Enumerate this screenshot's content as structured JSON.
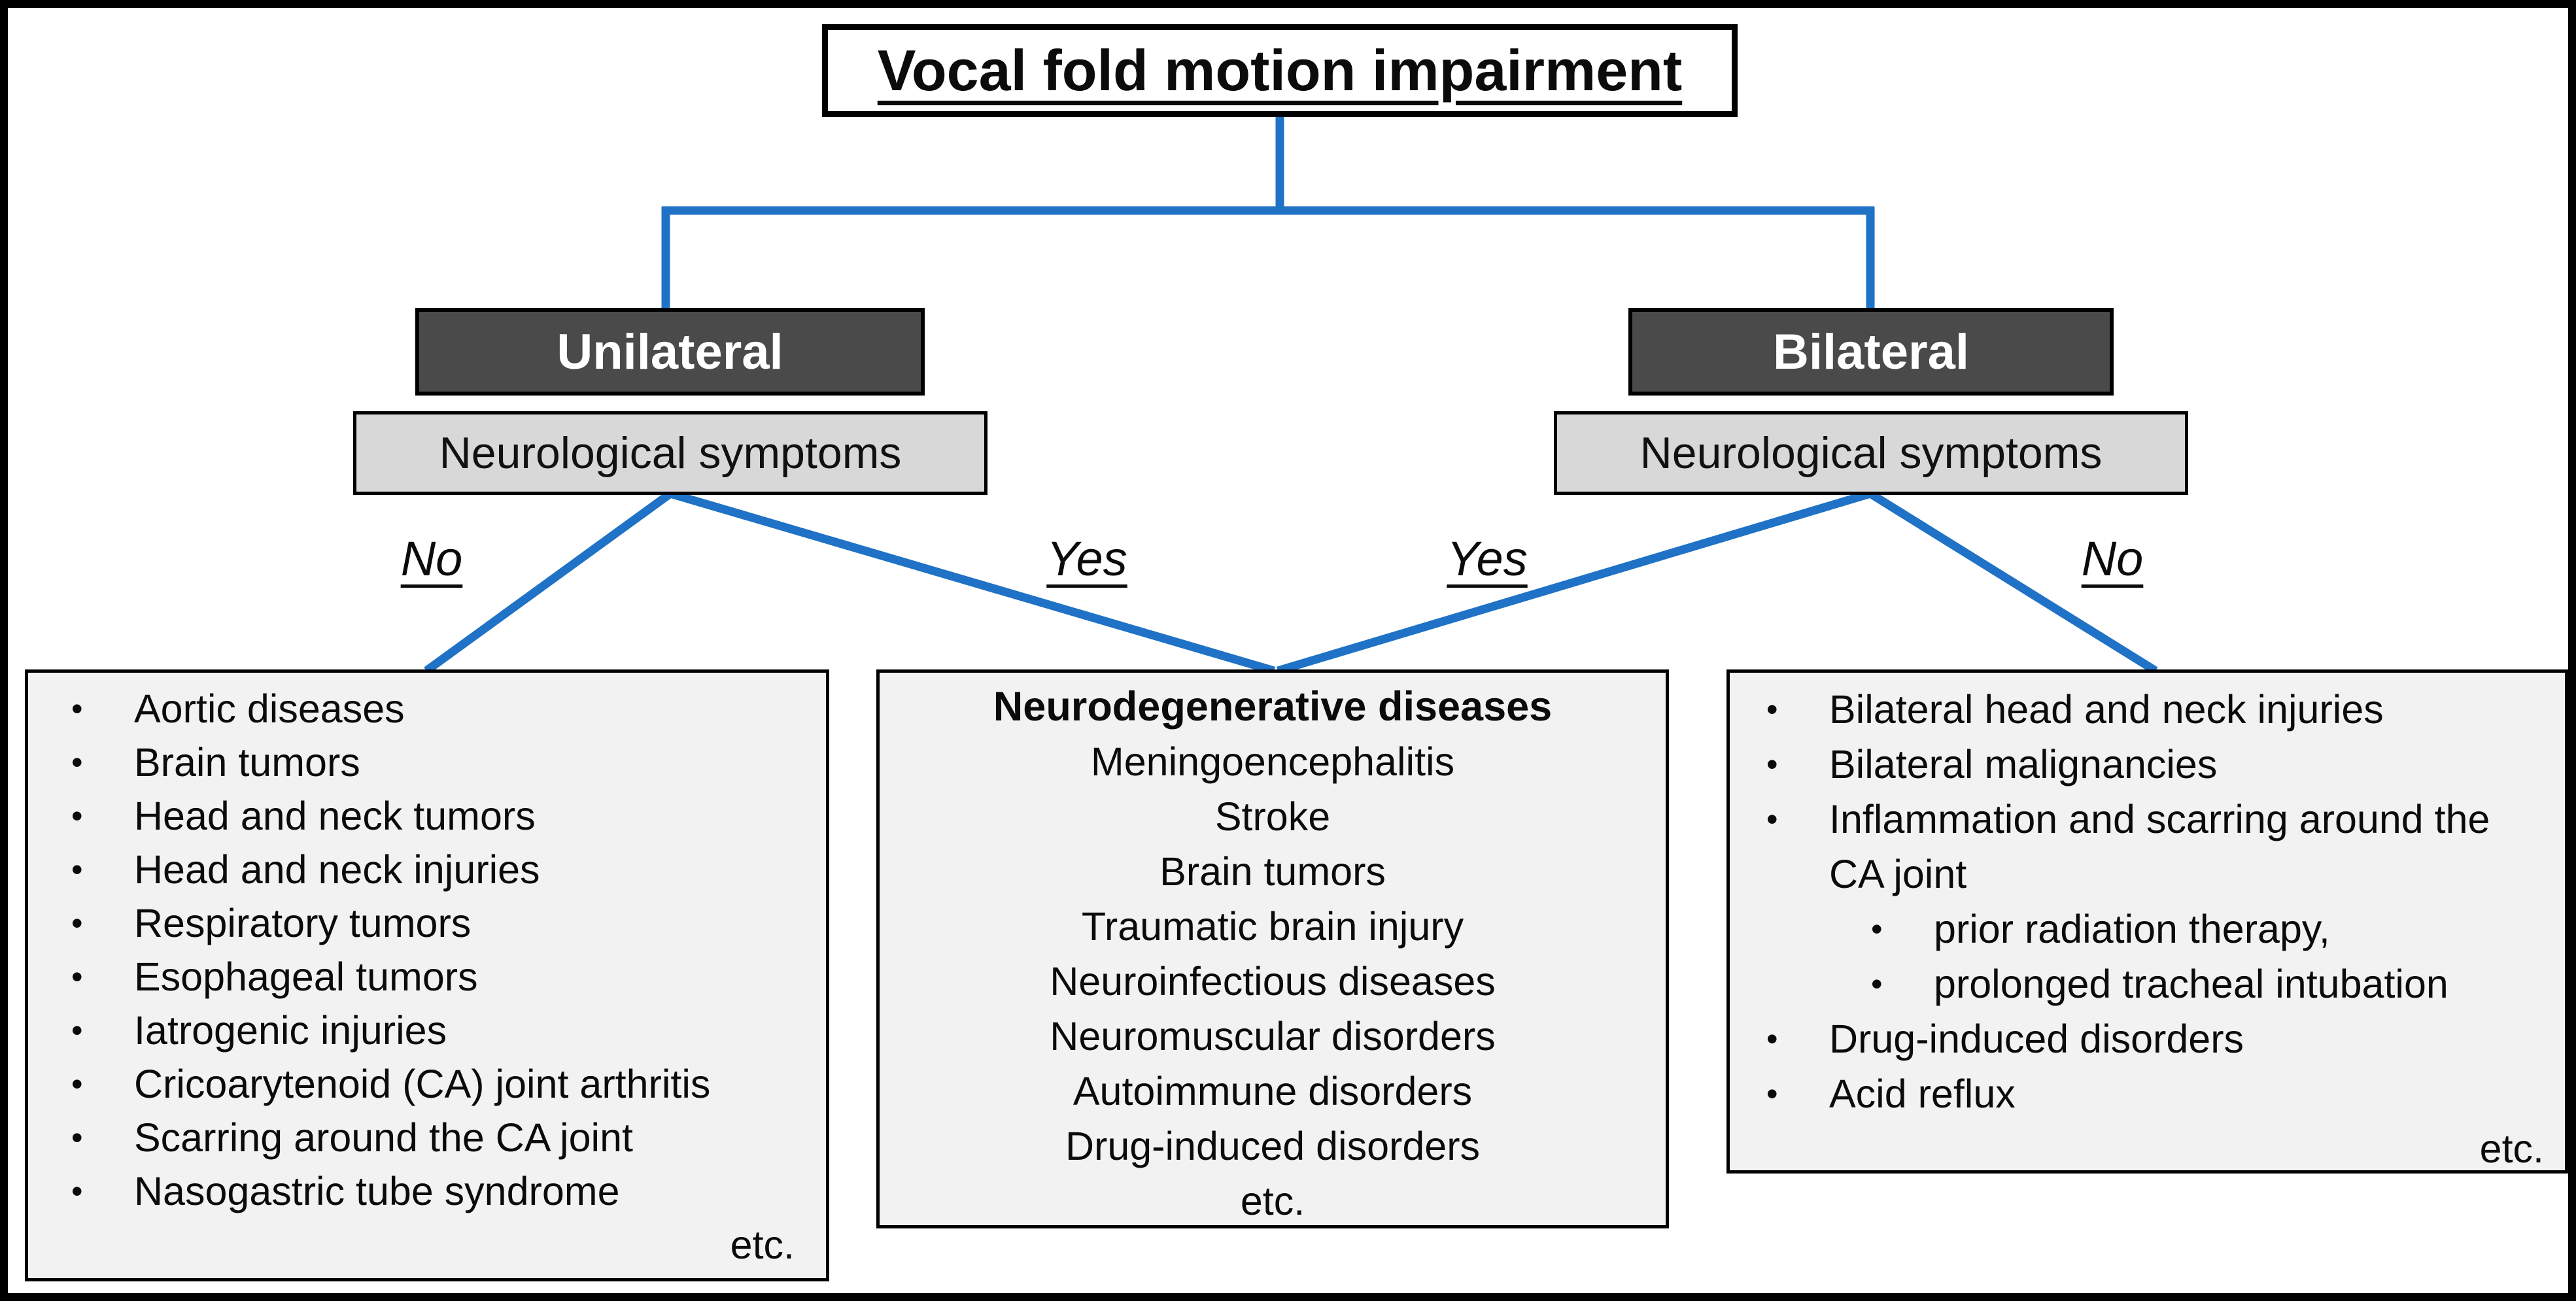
{
  "colors": {
    "accent_blue": "#1f72c5",
    "branch_box_bg": "#4a4a4a",
    "branch_box_text": "#ffffff",
    "question_box_bg": "#d8d8d8",
    "panel_bg": "#f2f2f2",
    "border_black": "#000000"
  },
  "title": {
    "text": "Vocal fold motion impairment"
  },
  "branches": {
    "unilateral": {
      "label": "Unilateral",
      "question": "Neurological symptoms",
      "answer_no": "No",
      "answer_yes": "Yes"
    },
    "bilateral": {
      "label": "Bilateral",
      "question": "Neurological symptoms",
      "answer_yes": "Yes",
      "answer_no": "No"
    }
  },
  "panels": {
    "unilateral_no": {
      "items": [
        {
          "level": 1,
          "text": "Aortic diseases"
        },
        {
          "level": 1,
          "text": "Brain tumors"
        },
        {
          "level": 1,
          "text": "Head and neck tumors"
        },
        {
          "level": 1,
          "text": "Head and neck injuries"
        },
        {
          "level": 1,
          "text": "Respiratory tumors"
        },
        {
          "level": 1,
          "text": "Esophageal tumors"
        },
        {
          "level": 1,
          "text": "Iatrogenic injuries"
        },
        {
          "level": 1,
          "text": "Cricoarytenoid (CA) joint arthritis"
        },
        {
          "level": 1,
          "text": "Scarring around the CA joint"
        },
        {
          "level": 1,
          "text": "Nasogastric tube syndrome"
        }
      ],
      "footer": "etc."
    },
    "neurological_yes": {
      "heading": "Neurodegenerative diseases",
      "lines": [
        {
          "level": 1,
          "text": "Meningoencephalitis"
        },
        {
          "level": 1,
          "text": "Stroke"
        },
        {
          "level": 1,
          "text": "Brain tumors"
        },
        {
          "level": 1,
          "text": "Traumatic brain injury"
        },
        {
          "level": 1,
          "text": "Neuroinfectious diseases"
        },
        {
          "level": 1,
          "text": "Neuromuscular disorders"
        },
        {
          "level": 1,
          "text": "Autoimmune disorders"
        },
        {
          "level": 1,
          "text": "Drug-induced disorders"
        }
      ],
      "footer": "etc."
    },
    "bilateral_no": {
      "items": [
        {
          "level": 1,
          "text": "Bilateral head and neck injuries"
        },
        {
          "level": 1,
          "text": "Bilateral malignancies"
        },
        {
          "level": 1,
          "text": "Inflammation and scarring around the CA joint"
        },
        {
          "level": 2,
          "text": "prior radiation therapy,"
        },
        {
          "level": 2,
          "text": "prolonged tracheal intubation"
        },
        {
          "level": 1,
          "text": "Drug-induced disorders"
        },
        {
          "level": 1,
          "text": "Acid reflux"
        }
      ],
      "footer": "etc."
    }
  }
}
